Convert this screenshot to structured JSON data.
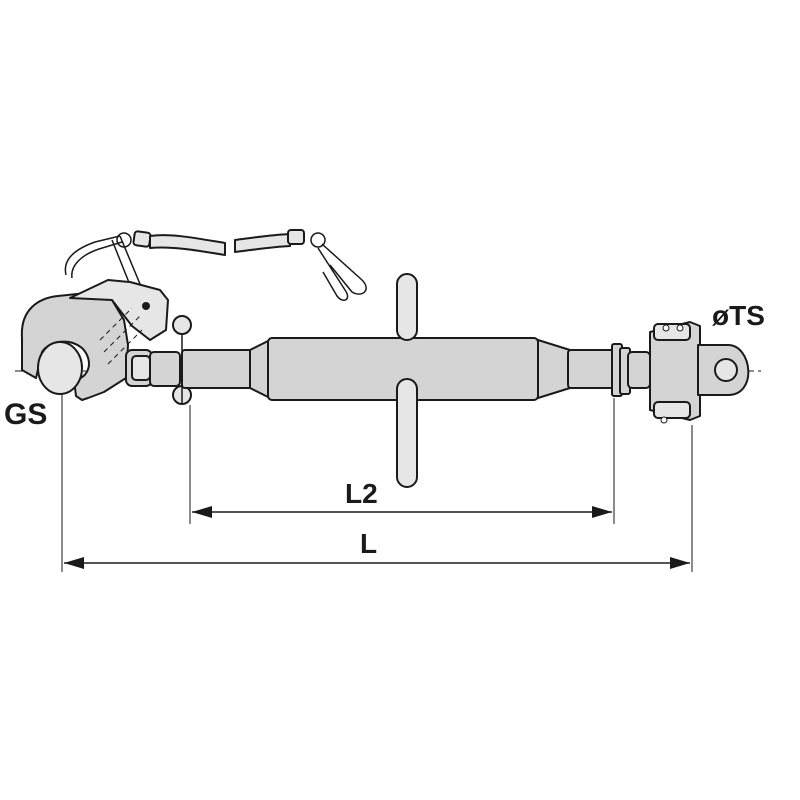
{
  "labels": {
    "gs": "GS",
    "ts": "øTS",
    "l2": "L2",
    "l": "L"
  },
  "colors": {
    "line": "#1a1a1a",
    "body_fill": "#d4d4d4",
    "background": "#ffffff"
  }
}
